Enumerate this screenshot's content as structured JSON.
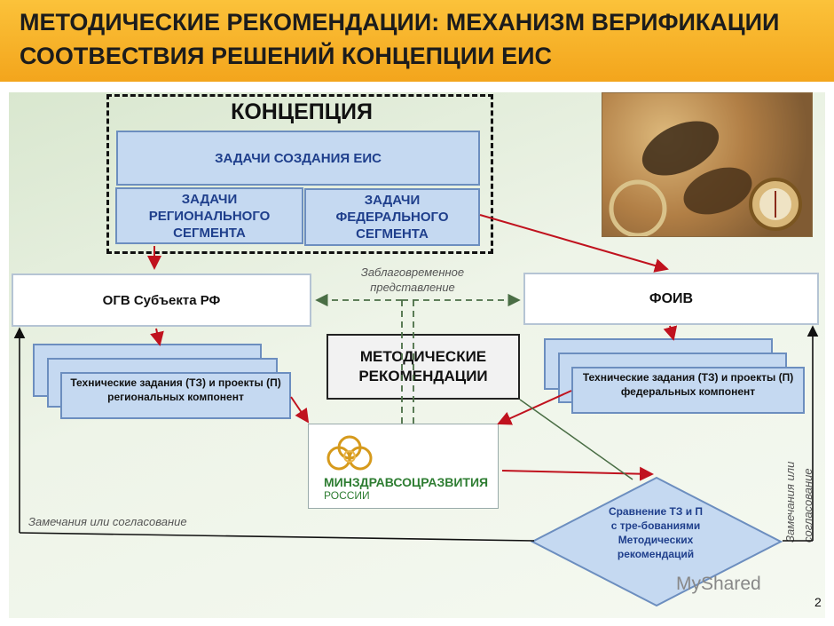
{
  "header": {
    "title": "МЕТОДИЧЕСКИЕ РЕКОМЕНДАЦИИ: МЕХАНИЗМ ВЕРИФИКАЦИИ СООТВЕСТВИЯ РЕШЕНИЙ КОНЦЕПЦИИ ЕИС"
  },
  "concept": {
    "title": "КОНЦЕПЦИЯ",
    "tasks": "ЗАДАЧИ СОЗДАНИЯ ЕИС",
    "regional": "ЗАДАЧИ РЕГИОНАЛЬНОГО СЕГМЕНТА",
    "federal": "ЗАДАЧИ ФЕДЕРАЛЬНОГО СЕГМЕНТА"
  },
  "ogv": "ОГВ Субъекта РФ",
  "foiv": "ФОИВ",
  "advance_note": "Заблаговременное представление",
  "method": "МЕТОДИЧЕСКИЕ РЕКОМЕНДАЦИИ",
  "regional_tz": "Технические задания (ТЗ) и проекты (П) региональных компонент",
  "federal_tz": "Технические задания (ТЗ) и проекты (П) федеральных компонент",
  "ministry": {
    "name": "МИНЗДРАВСОЦРАЗВИТИЯ",
    "sub": "РОССИИ"
  },
  "compare": "Сравнение ТЗ и П с тре-бованиями Методических рекомендаций",
  "remarks_left": "Замечания или согласование",
  "remarks_right": "Замечания или согласование",
  "watermark": "MyShared",
  "page_number": "2",
  "colors": {
    "header": "#f3a51c",
    "box_fill": "#c5d9f1",
    "arrow_red": "#c0121e",
    "arrow_green": "#4a6e45"
  }
}
